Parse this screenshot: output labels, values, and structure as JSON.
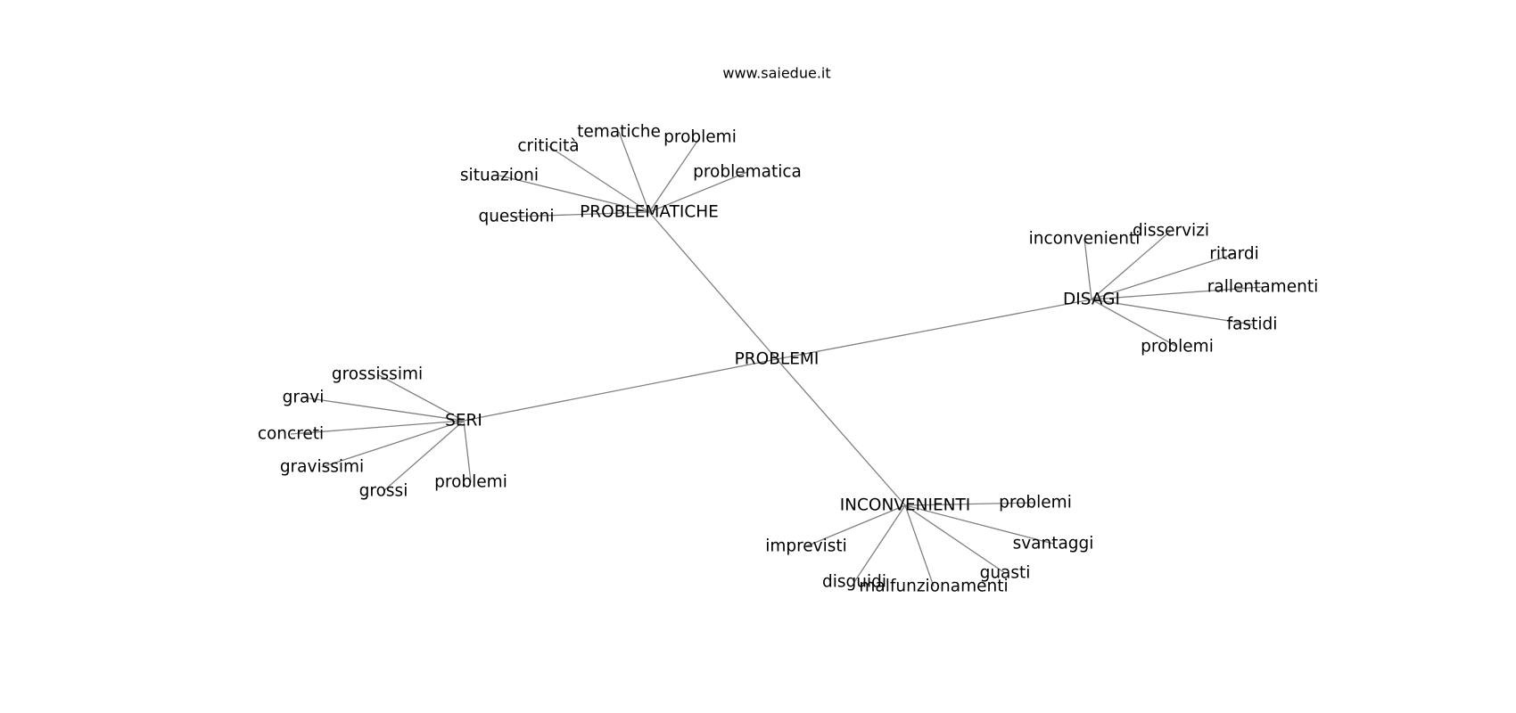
{
  "site_label": "www.saiedue.it",
  "root": {
    "id": "root",
    "label": "PROBLEMI"
  },
  "hubs": [
    {
      "id": "problematiche",
      "label": "PROBLEMATICHE",
      "leaves": [
        "tematiche",
        "problemi",
        "criticità",
        "problematica",
        "situazioni",
        "questioni"
      ]
    },
    {
      "id": "disagi",
      "label": "DISAGI",
      "leaves": [
        "inconvenienti",
        "disservizi",
        "ritardi",
        "rallentamenti",
        "fastidi",
        "problemi"
      ]
    },
    {
      "id": "seri",
      "label": "SERI",
      "leaves": [
        "grossissimi",
        "gravi",
        "concreti",
        "gravissimi",
        "grossi",
        "problemi"
      ]
    },
    {
      "id": "inconvenienti",
      "label": "INCONVENIENTI",
      "leaves": [
        "problemi",
        "imprevisti",
        "svantaggi",
        "guasti",
        "disguidi",
        "malfunzionamenti"
      ]
    }
  ]
}
